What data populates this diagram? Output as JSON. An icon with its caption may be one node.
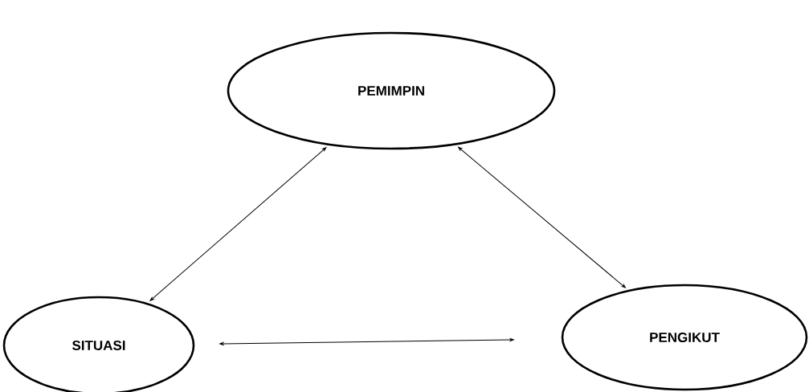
{
  "diagram": {
    "nodes": [
      {
        "text": [
          "PEMIMPIN"
        ]
      },
      {
        "text": [
          "SITUASI"
        ]
      },
      {
        "text": [
          "PENGIKUT"
        ]
      }
    ],
    "edges": [
      {
        "from": 0,
        "to": 1,
        "arrow": "both"
      },
      {
        "from": 0,
        "to": 2,
        "arrow": "both"
      },
      {
        "from": 1,
        "to": 2,
        "arrow": "both"
      }
    ]
  }
}
